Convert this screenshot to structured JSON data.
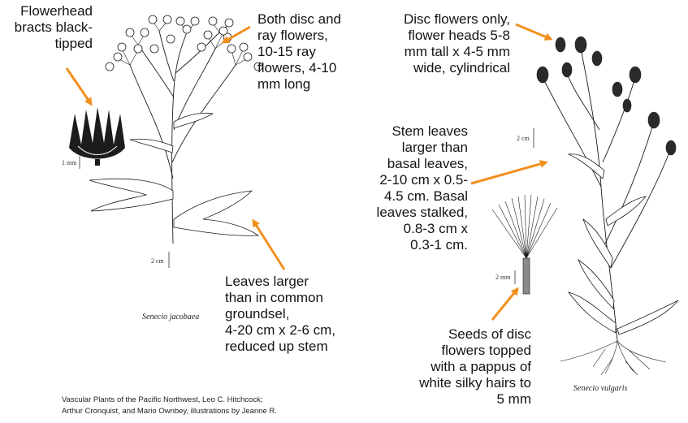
{
  "annotations": {
    "bracts": [
      "Flowerhead",
      "bracts black-",
      "tipped"
    ],
    "ray_flowers": [
      "Both disc and",
      "ray flowers,",
      "10-15 ray",
      "flowers, 4-10",
      "mm long"
    ],
    "leaves_larger": [
      "Leaves larger",
      "than in common",
      "groundsel,",
      "4-20 cm x 2-6 cm,",
      "reduced up stem"
    ],
    "disc_only": [
      "Disc flowers only,",
      "flower heads 5-8",
      "mm tall x 4-5 mm",
      "wide, cylindrical"
    ],
    "stem_leaves": [
      "Stem leaves",
      "larger than",
      "basal leaves,",
      "2-10 cm x 0.5-",
      "4.5 cm. Basal",
      "leaves stalked,",
      "0.8-3 cm x",
      "0.3-1 cm."
    ],
    "seeds": [
      "Seeds of disc",
      "flowers topped",
      "with a pappus of",
      "white silky hairs to",
      "5 mm"
    ]
  },
  "species": {
    "left": "Senecio jacobaea",
    "right": "Senecio vulgaris"
  },
  "scale_bars": {
    "bract": "1 mm",
    "left_plant": "2 cm",
    "right_plant": "2 cm",
    "seed": "2 mm"
  },
  "credit": [
    "Vascular Plants of the Pacific Northwest, Leo C. Hitchcock;",
    "Arthur Cronquist, and Mario Ownbey, illustrations by Jeanne R."
  ],
  "colors": {
    "arrow": "#f2901e",
    "text": "#141414",
    "ink": "#1c1c1c"
  }
}
